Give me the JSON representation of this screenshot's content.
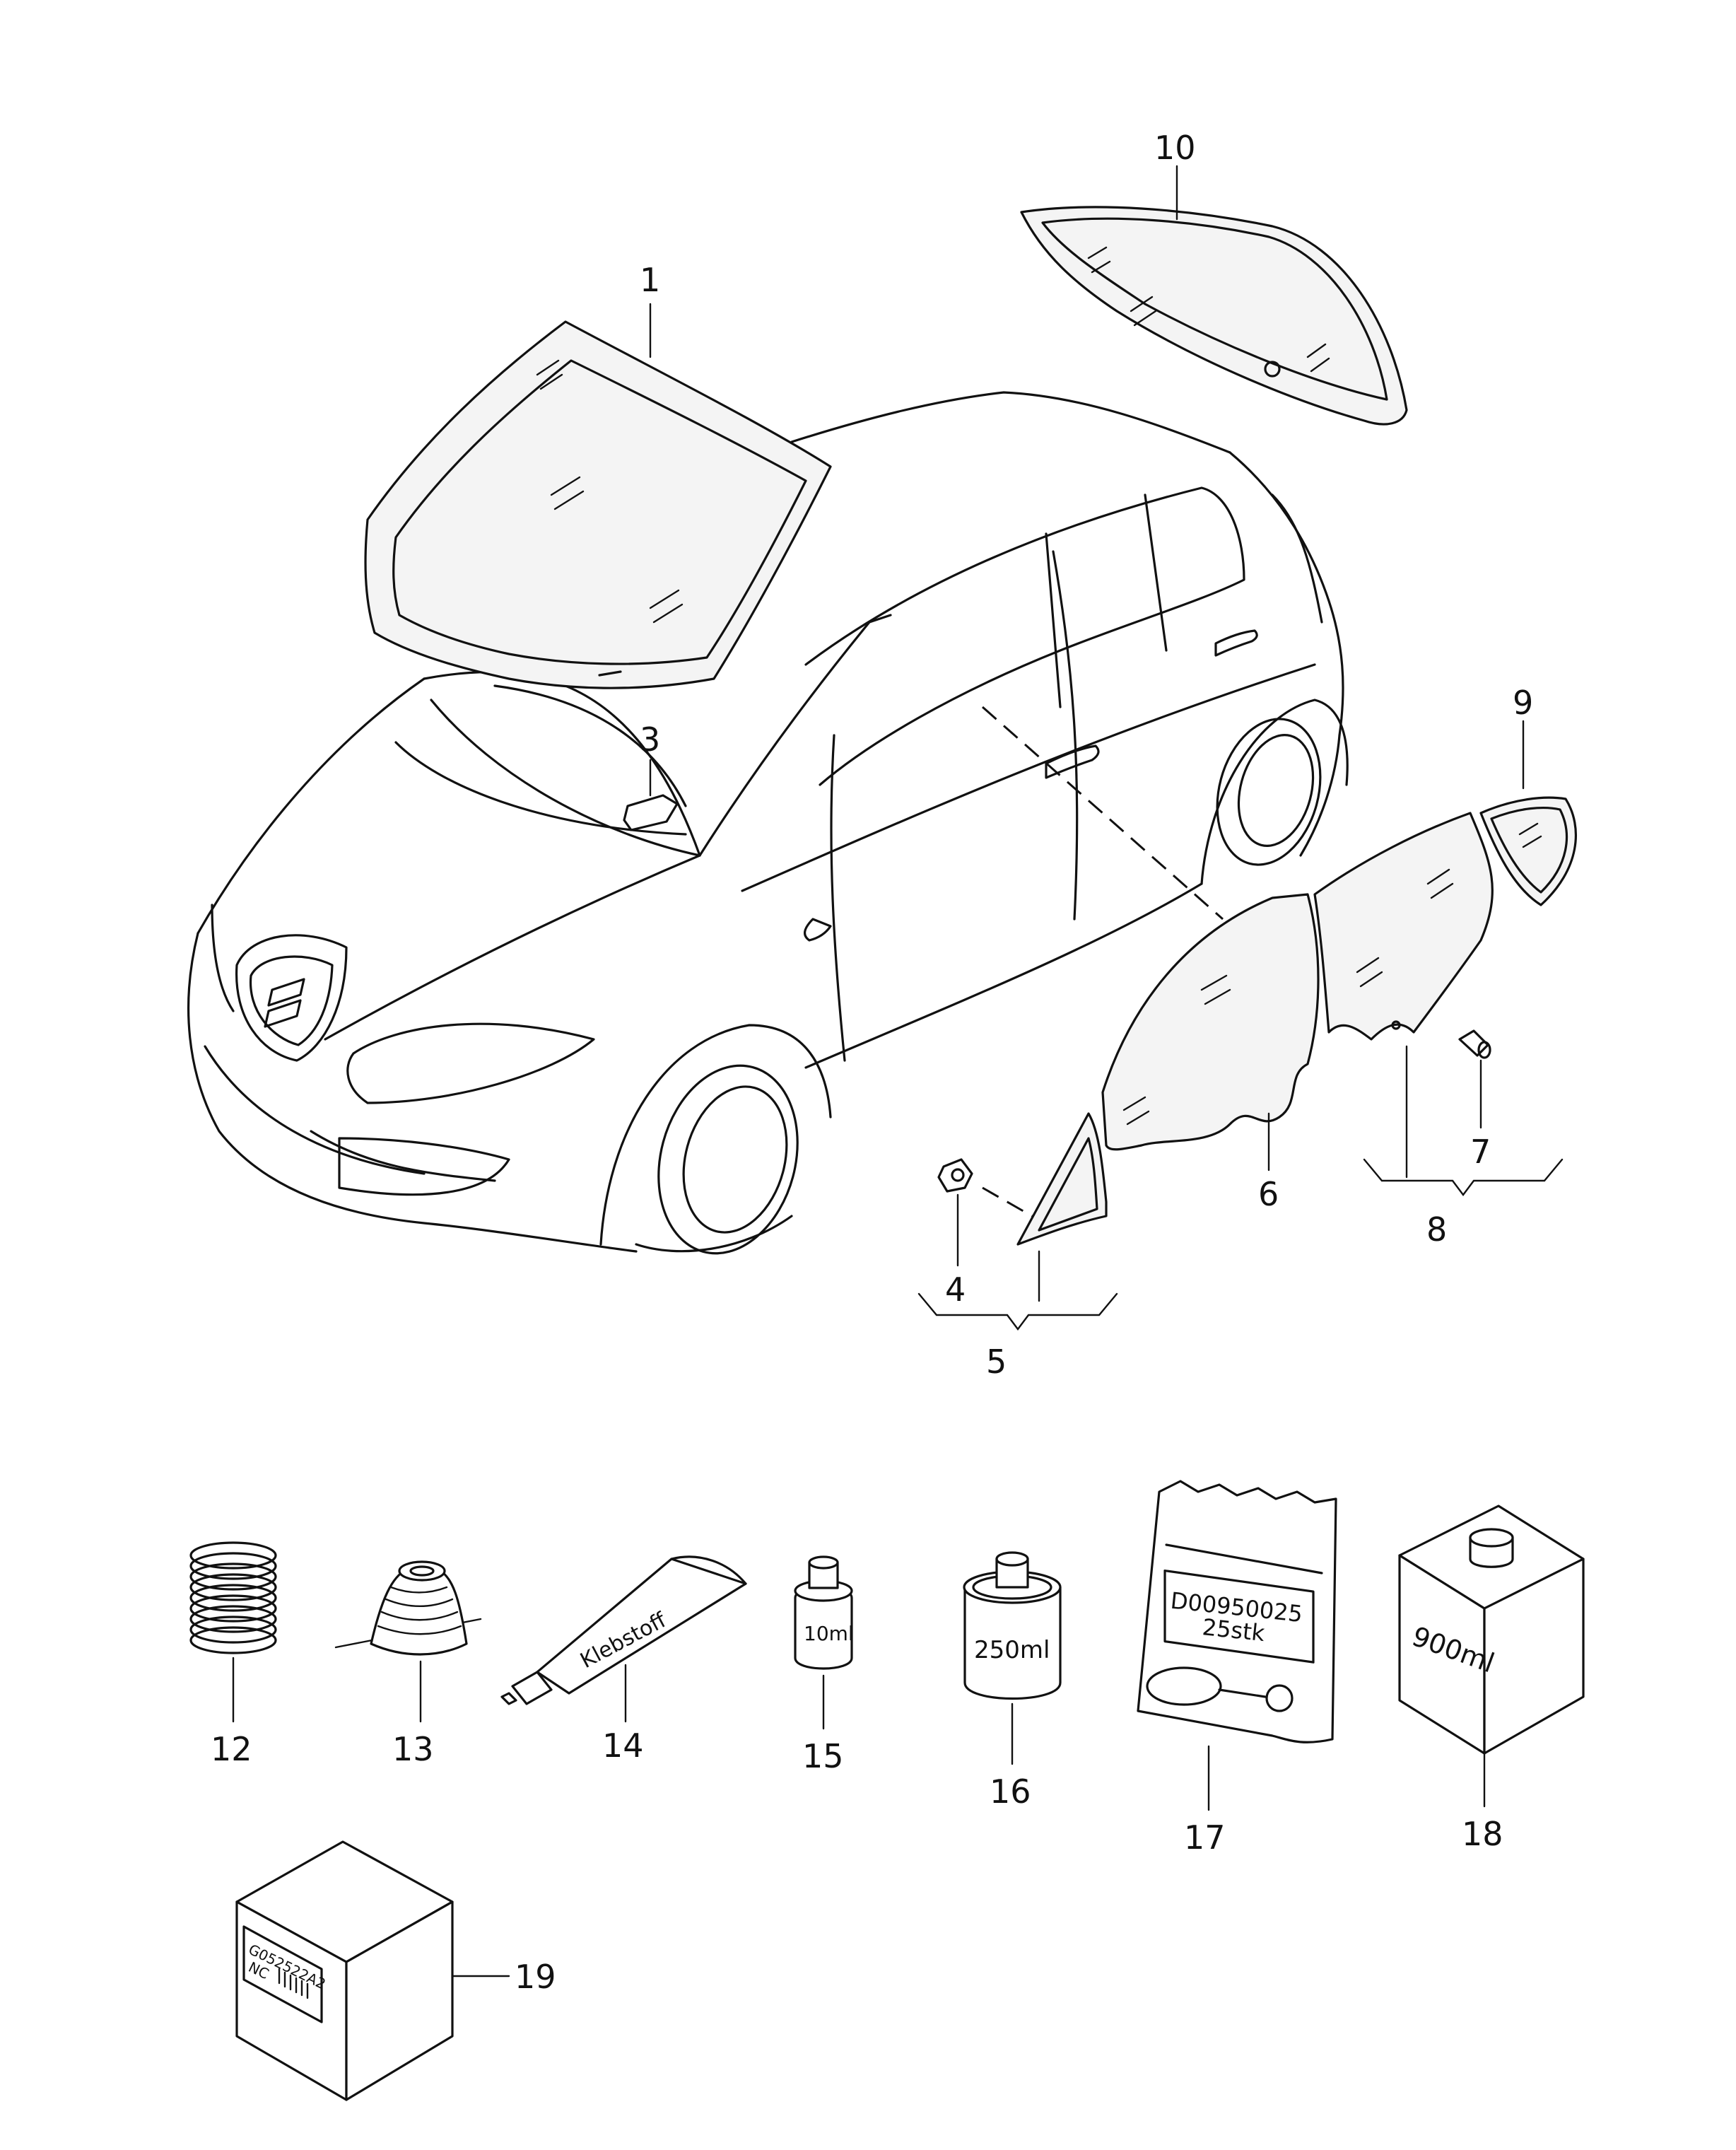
{
  "callouts": {
    "c1": "1",
    "c3": "3",
    "c4": "4",
    "c5": "5",
    "c6": "6",
    "c7": "7",
    "c8": "8",
    "c9": "9",
    "c10": "10",
    "c12": "12",
    "c13": "13",
    "c14": "14",
    "c15": "15",
    "c16": "16",
    "c17": "17",
    "c18": "18",
    "c19": "19"
  },
  "product_labels": {
    "tube": "Klebstoff",
    "bottle_small": "10ml",
    "can": "250ml",
    "bag_code": "D00950025",
    "bag_qty": "25stk",
    "box_large": "900ml",
    "box_code": "G052522A2",
    "box_nc": "NC"
  }
}
